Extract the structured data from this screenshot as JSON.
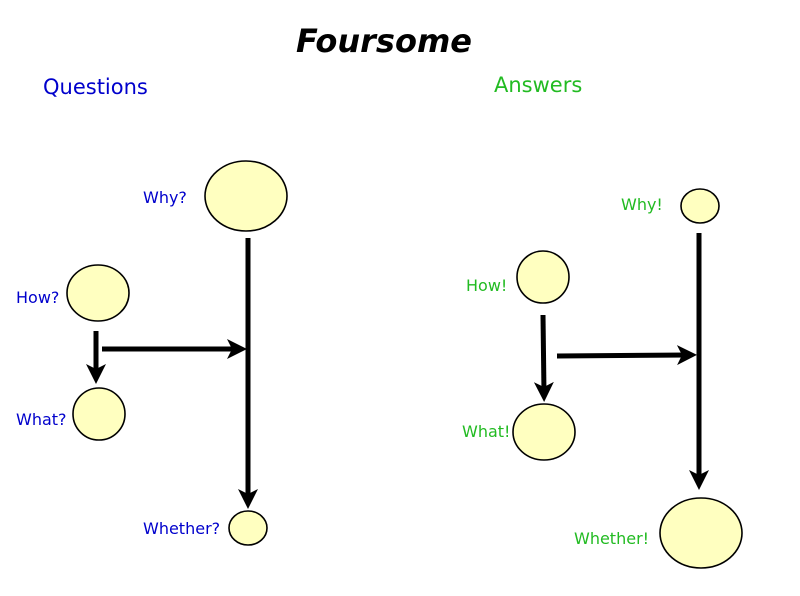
{
  "title": "Foursome",
  "colors": {
    "questions": "#0000cc",
    "answers": "#22bb22",
    "node_fill": "#ffffc0",
    "line": "#000000"
  },
  "questions": {
    "heading": "Questions",
    "why": "Why?",
    "how": "How?",
    "what": "What?",
    "whether": "Whether?"
  },
  "answers": {
    "heading": "Answers",
    "why": "Why!",
    "how": "How!",
    "what": "What!",
    "whether": "Whether!"
  }
}
